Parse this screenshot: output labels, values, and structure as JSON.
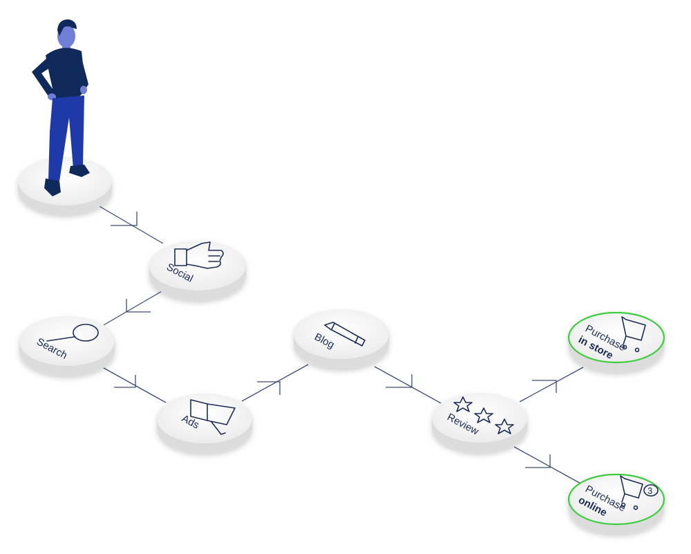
{
  "nodes": {
    "social": {
      "label": "Social",
      "icon": "thumbs-up-icon"
    },
    "search": {
      "label": "Search",
      "icon": "magnifier-icon"
    },
    "ads": {
      "label": "Ads",
      "icon": "megaphone-icon"
    },
    "blog": {
      "label": "Blog",
      "icon": "pencil-icon"
    },
    "review": {
      "label": "Review",
      "icon": "stars-icon"
    },
    "purchase_store": {
      "label_line1": "Purchase",
      "label_line2": "in store",
      "icon": "cart-icon"
    },
    "purchase_online": {
      "label_line1": "Purchase",
      "label_line2": "online",
      "icon": "cart-badge-icon",
      "badge": "3"
    }
  },
  "colors": {
    "ink": "#1b2a57",
    "figure_shirt": "#0f2a5a",
    "figure_pants": "#1f3aa8",
    "figure_skin": "#6f7fd6",
    "highlight_ring": "#3ccc3c",
    "connector": "#3d4b73",
    "disc_top": "#f4f4f4",
    "disc_side": "#dedede"
  }
}
